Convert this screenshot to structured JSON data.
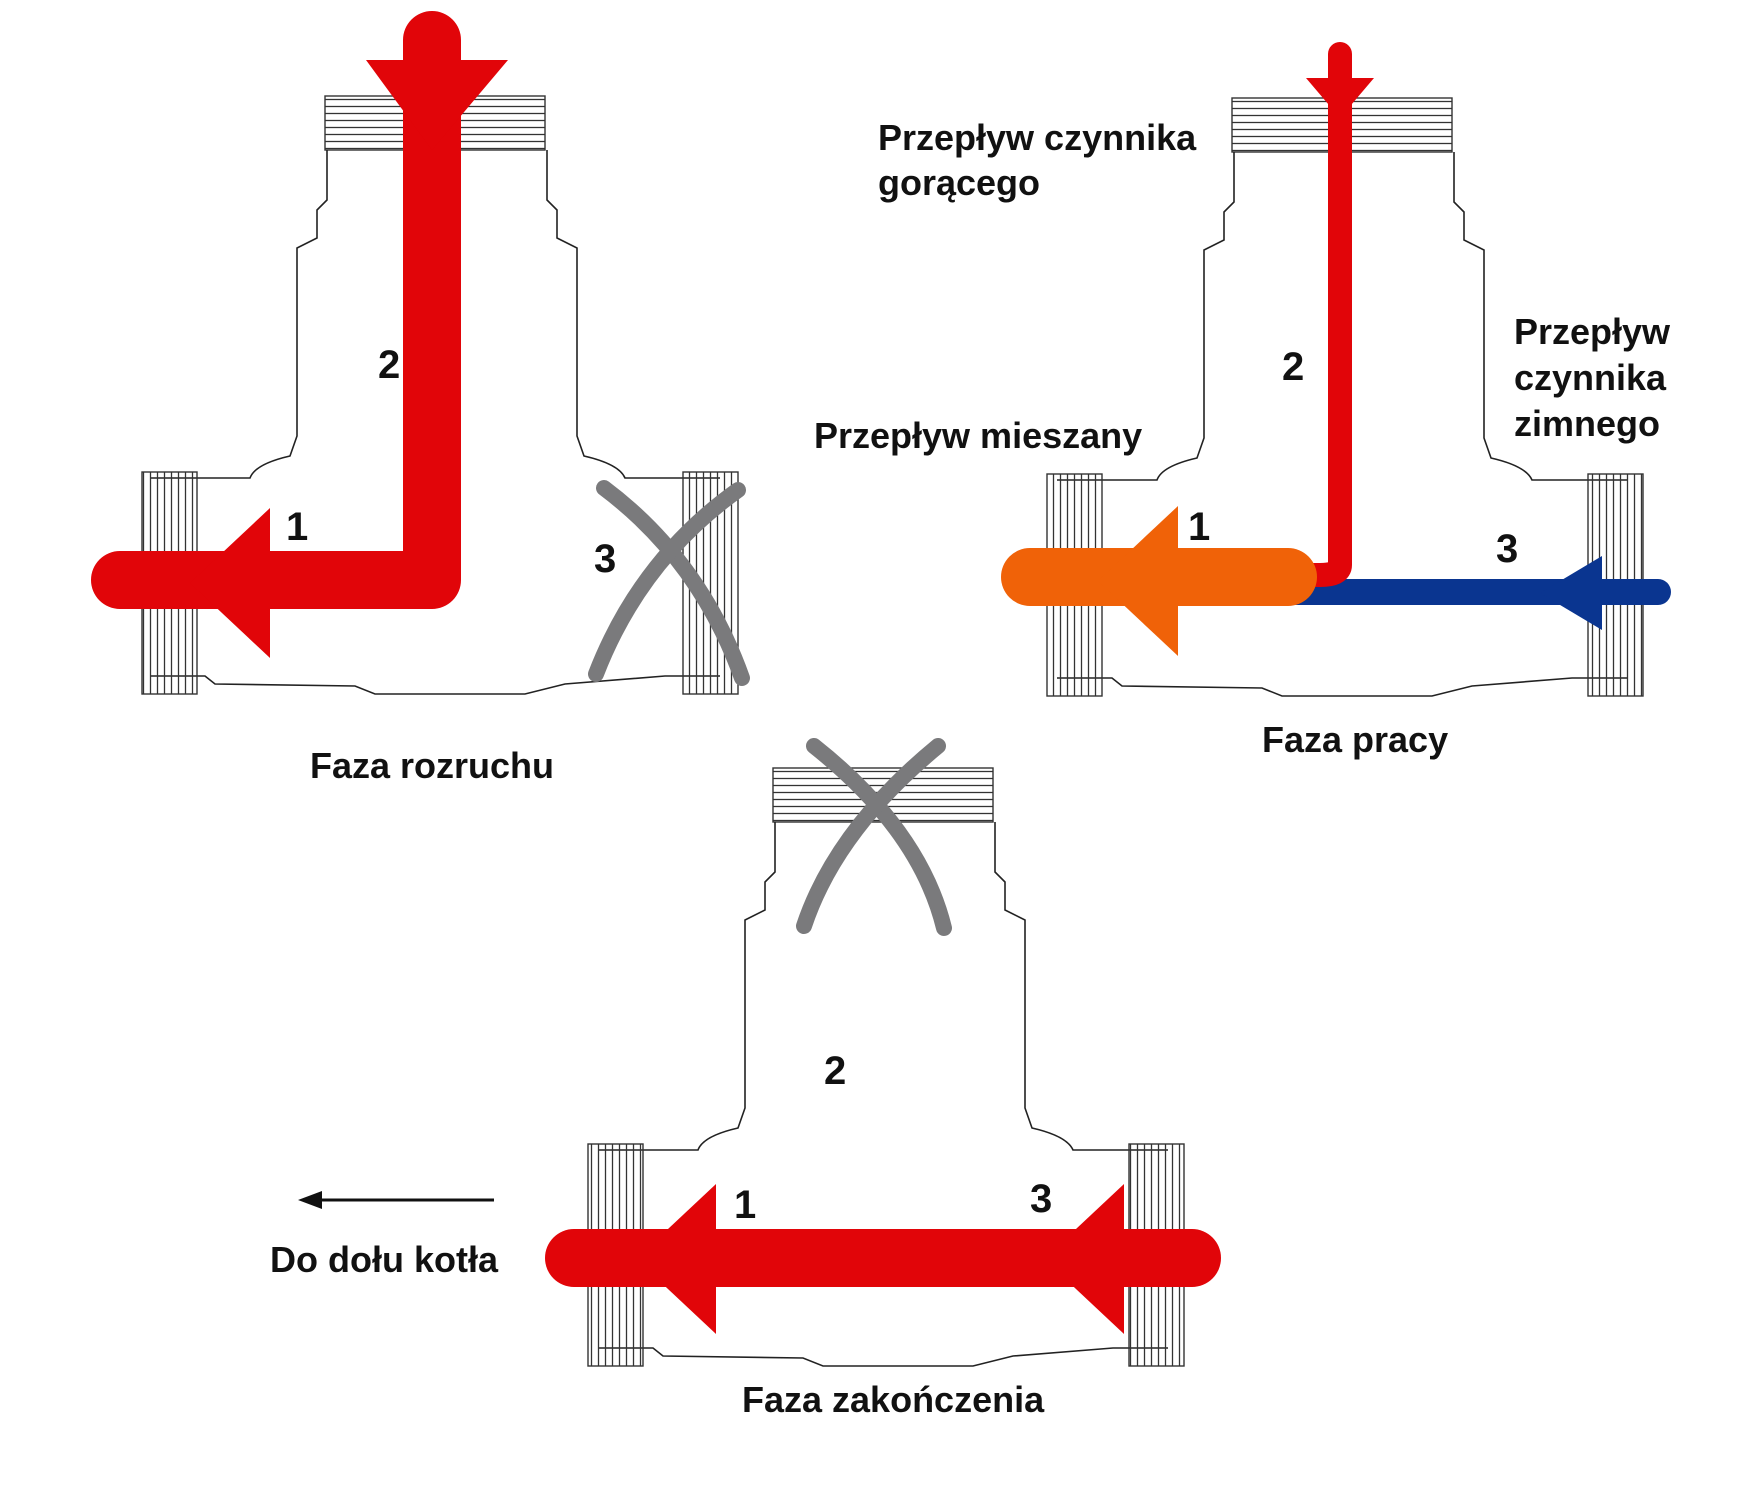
{
  "phases": {
    "start": {
      "title": "Faza rozruchu",
      "port1": "1",
      "port2": "2",
      "port3": "3"
    },
    "work": {
      "title": "Faza pracy",
      "port1": "1",
      "port2": "2",
      "port3": "3",
      "hot_flow_line1": "Przepływ czynnika",
      "hot_flow_line2": "gorącego",
      "mixed_flow": "Przepływ mieszany",
      "cold_flow_line1": "Przepływ",
      "cold_flow_line2": "czynnika",
      "cold_flow_line3": "zimnego"
    },
    "end": {
      "title": "Faza zakończenia",
      "port1": "1",
      "port2": "2",
      "port3": "3",
      "direction": "Do dołu kotła"
    }
  },
  "colors": {
    "hot": "#e10509",
    "mixed": "#f06208",
    "cold": "#0a3590",
    "blocked": "#7a7a7c"
  }
}
